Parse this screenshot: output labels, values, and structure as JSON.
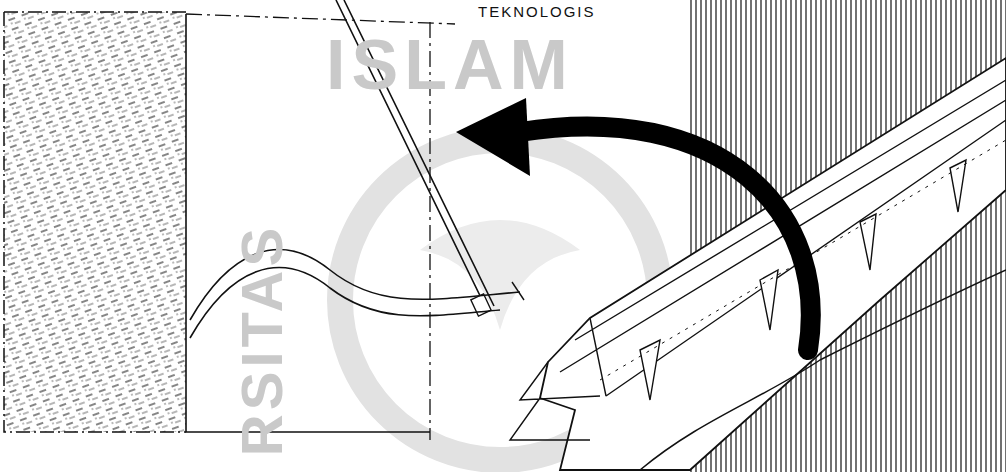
{
  "diagram": {
    "labels": [
      "TEKNOLOGIS",
      "ISLAM",
      "RSITAS"
    ]
  }
}
